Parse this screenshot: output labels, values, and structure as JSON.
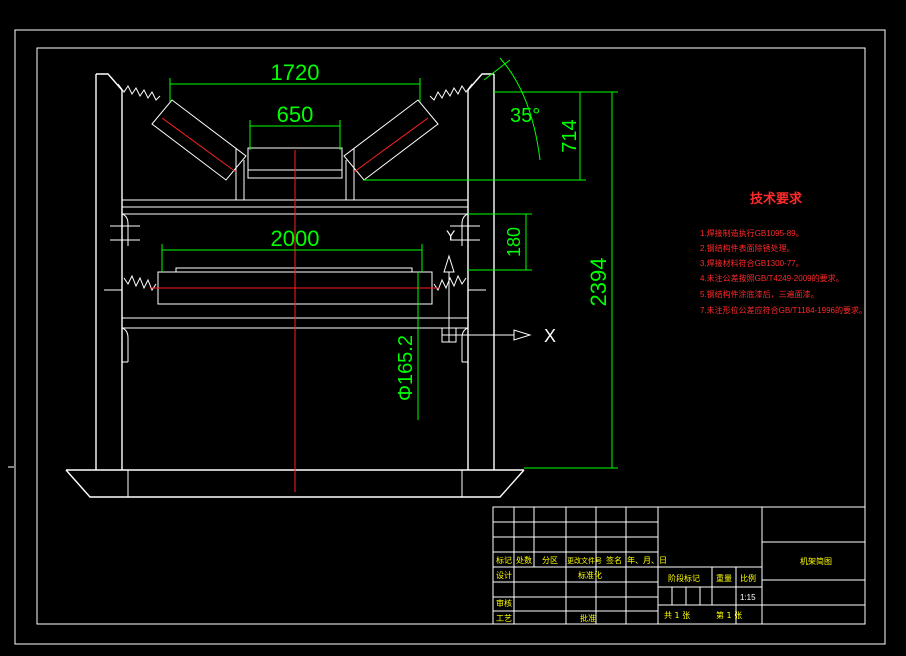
{
  "dimensions": {
    "width_top": "1720",
    "width_mid": "650",
    "width_frame": "2000",
    "angle": "35°",
    "height_trough": "714",
    "height_total": "2394",
    "offset": "180",
    "roller_dia": "Φ165.2"
  },
  "axes": {
    "x": "X",
    "y": "Y"
  },
  "tech": {
    "title": "技术要求",
    "notes": [
      "1.焊接制造执行GB1095-89。",
      "2.钢结构件表面除锈处理。",
      "3.焊接材料符合GB1300-77。",
      "4.未注公差按照GB/T4249-2009的要求。",
      "5.钢结构件涂底漆后，三遍面漆。",
      "7.未注形位公差应符合GB/T1184-1996的要求。"
    ]
  },
  "title_block": {
    "row_labels": [
      "标记",
      "处数",
      "分区",
      "更改文件号",
      "签名",
      "年、月、日"
    ],
    "design": "设计",
    "standard": "标准化",
    "stage_mark": "阶段标记",
    "weight": "重量",
    "scale_label": "比例",
    "scale_value": "1:15",
    "review": "审核",
    "process": "工艺",
    "approve": "批准",
    "total_sheets": "共 1 张",
    "sheet_no": "第 1 张",
    "drawing_name": "机架简图"
  }
}
